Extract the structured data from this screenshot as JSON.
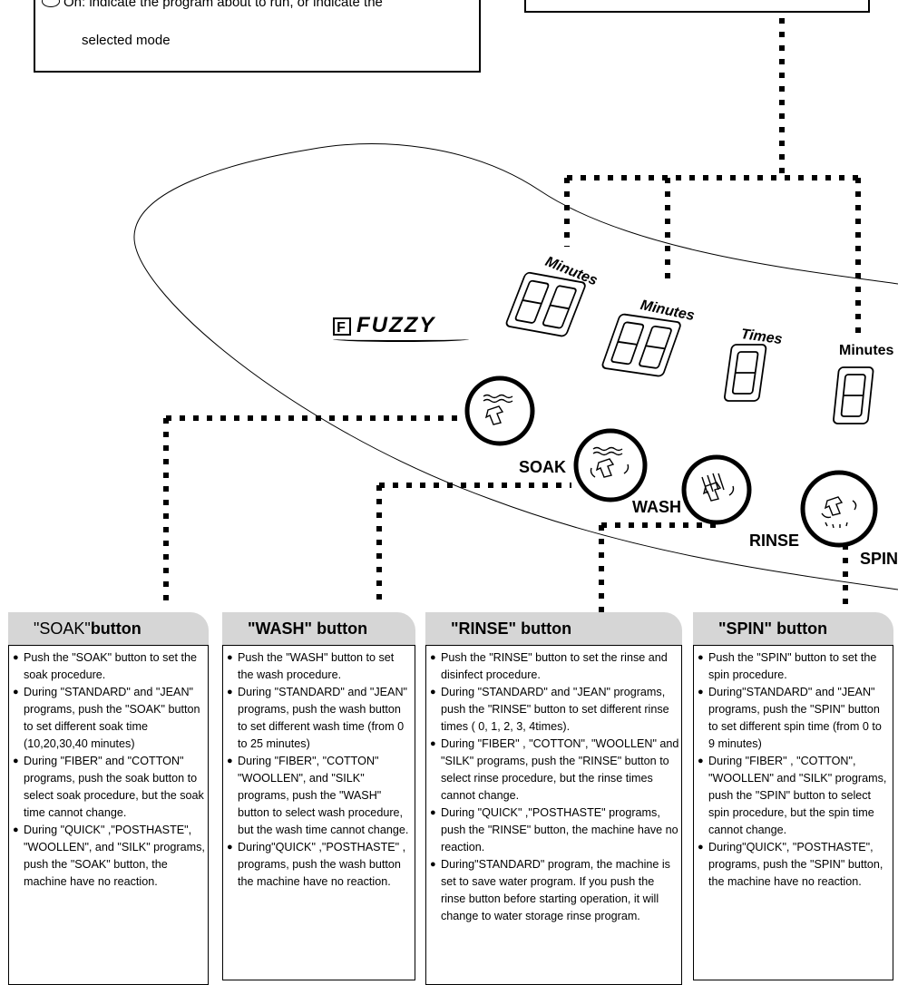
{
  "top_note": {
    "line1": "On: indicate the program about to run, or  indicate the",
    "line2": "selected mode"
  },
  "brand": {
    "mark": "F",
    "name": "FUZZY"
  },
  "displays": [
    {
      "unit": "Minutes",
      "digits": "88"
    },
    {
      "unit": "Minutes",
      "digits": "88"
    },
    {
      "unit": "Times",
      "digits": "8"
    },
    {
      "unit": "Minutes",
      "digits": "8"
    }
  ],
  "buttons": {
    "soak": "SOAK",
    "wash": "WASH",
    "rinse": "RINSE",
    "spin": "SPIN"
  },
  "panels": [
    {
      "title_quoted": "\"SOAK\"",
      "title_word": "button",
      "items": [
        "Push the  \"SOAK\" button to set the soak procedure.",
        "During \"STANDARD\" and \"JEAN\" programs, push the \"SOAK\" button to set different soak time (10,20,30,40 minutes)",
        "During \"FIBER\" and \"COTTON\"   programs, push the soak button to select soak procedure, but the soak time cannot change.",
        "During \"QUICK\" ,\"POSTHASTE\", \"WOOLLEN\", and \"SILK\" programs, push the \"SOAK\" button, the machine have no reaction."
      ]
    },
    {
      "title_quoted": "\"WASH\"",
      "title_word": "button",
      "items": [
        "Push the \"WASH\" button to set the wash procedure.",
        "During \"STANDARD\" and \"JEAN\" programs, push  the wash button to set different wash time (from 0 to 25 minutes)",
        "During \"FIBER\", \"COTTON\" \"WOOLLEN\", and \"SILK\" programs, push the \"WASH\" button to select  wash procedure, but the wash time cannot change.",
        "During\"QUICK\" ,\"POSTHASTE\" , programs, push the  wash  button the machine have no reaction."
      ]
    },
    {
      "title_quoted": "\"RINSE\"",
      "title_word": "button",
      "items": [
        "Push the  \"RINSE\"  button to set the rinse and disinfect procedure.",
        "During \"STANDARD\" and \"JEAN\" programs, push the \"RINSE\" button to set different rinse times ( 0, 1, 2, 3, 4times).",
        "During  \"FIBER\" , \"COTTON\", \"WOOLLEN\" and \"SILK\" programs, push the \"RINSE\" button to select  rinse procedure, but the rinse times cannot change.",
        "During \"QUICK\" ,\"POSTHASTE\" programs, push the \"RINSE\" button, the machine have no reaction.",
        "During\"STANDARD\" program, the machine is set to  save water program. If you push the  rinse button before starting operation, it will change to  water storage rinse program."
      ]
    },
    {
      "title_quoted": "\"SPIN\"",
      "title_word": "button",
      "items": [
        "Push the \"SPIN\" button to set the spin procedure.",
        "During\"STANDARD\" and \"JEAN\" programs, push the \"SPIN\" button to set different spin time (from 0 to 9 minutes)",
        "During \"FIBER\" , \"COTTON\", \"WOOLLEN\" and \"SILK\" programs, push the \"SPIN\" button to select spin  procedure, but the spin time cannot change.",
        "During\"QUICK\", \"POSTHASTE\", programs, push the \"SPIN\" button, the machine have no reaction."
      ]
    }
  ]
}
